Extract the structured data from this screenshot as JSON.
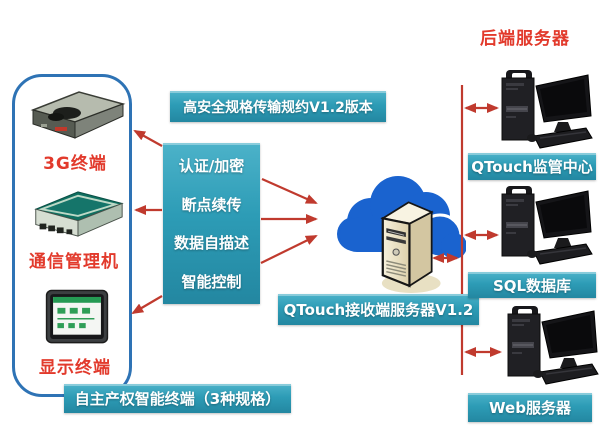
{
  "colors": {
    "teal": "#2d9cb6",
    "red_text": "#e23a2c",
    "arrow_red": "#c03a2e",
    "frame_blue": "#2e73b5",
    "cloud_blue": "#1a63cf"
  },
  "left_panel": {
    "devices": [
      {
        "icon": "3g-terminal-icon",
        "label": "3G终端"
      },
      {
        "icon": "comm-manager-icon",
        "label": "通信管理机"
      },
      {
        "icon": "display-terminal-icon",
        "label": "显示终端"
      }
    ],
    "caption": "自主产权智能终端（3种规格）"
  },
  "middle": {
    "banner": "高安全规格传输规约V1.2版本",
    "features": [
      "认证/加密",
      "断点续传",
      "数据自描述",
      "智能控制"
    ],
    "cloud_icon": "cloud-icon",
    "server_icon": "server-tower-icon",
    "receiver": "QTouch接收端服务器V1.2"
  },
  "right_panel": {
    "title": "后端服务器",
    "computer_icon": "workstation-icon",
    "servers": [
      {
        "label": "QTouch监管中心"
      },
      {
        "label": "SQL数据库"
      },
      {
        "label": "Web服务器"
      }
    ]
  }
}
